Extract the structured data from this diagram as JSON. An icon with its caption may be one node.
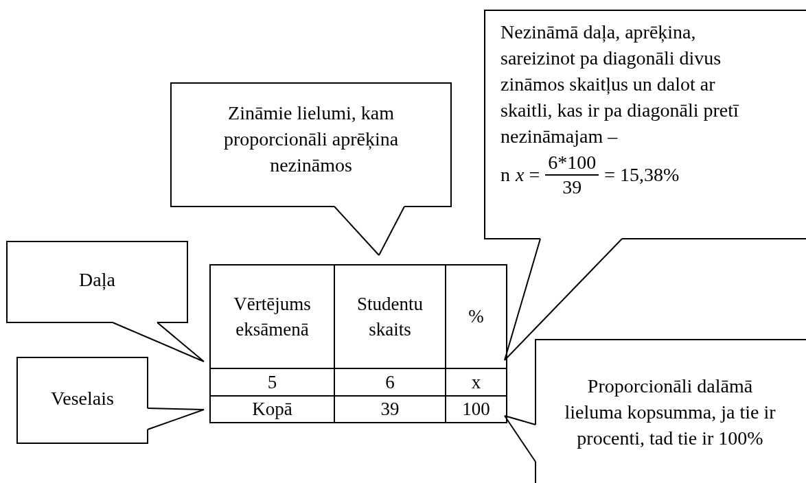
{
  "diagram": {
    "nodes": [
      {
        "text": [
          "Nezināmā daļa, aprēķina, sareizinot pa diagonāli divus zināmos skaitļus un dalot ar skaitli, kas ir pa diagonāli pretī nezināmajam –",
          "n",
          "*x* =",
          "6*100",
          "39",
          "= 15,38%"
        ]
      },
      {
        "text": [
          "Zināmie lielumi, kam proporcionāli aprēķina nezināmos"
        ]
      },
      {
        "text": [
          "Daļa"
        ]
      },
      {
        "text": [
          "Veselais"
        ]
      },
      {
        "text": [
          "Proporcionāli dalāmā lieluma kopsumma, ja tie ir procenti, tad tie ir 100%"
        ]
      }
    ],
    "edges": [
      {
        "from": 0,
        "to": null,
        "arrow": "none"
      },
      {
        "from": 1,
        "to": null,
        "arrow": "none"
      },
      {
        "from": 2,
        "to": null,
        "arrow": "none"
      },
      {
        "from": 3,
        "to": null,
        "arrow": "none"
      },
      {
        "from": 4,
        "to": null,
        "arrow": "none"
      }
    ],
    "labels": [
      "Vērtējums eksāmenā",
      "Studentu skaits",
      "%",
      "5",
      "6",
      "x",
      "Kopā",
      "39",
      "100"
    ]
  }
}
